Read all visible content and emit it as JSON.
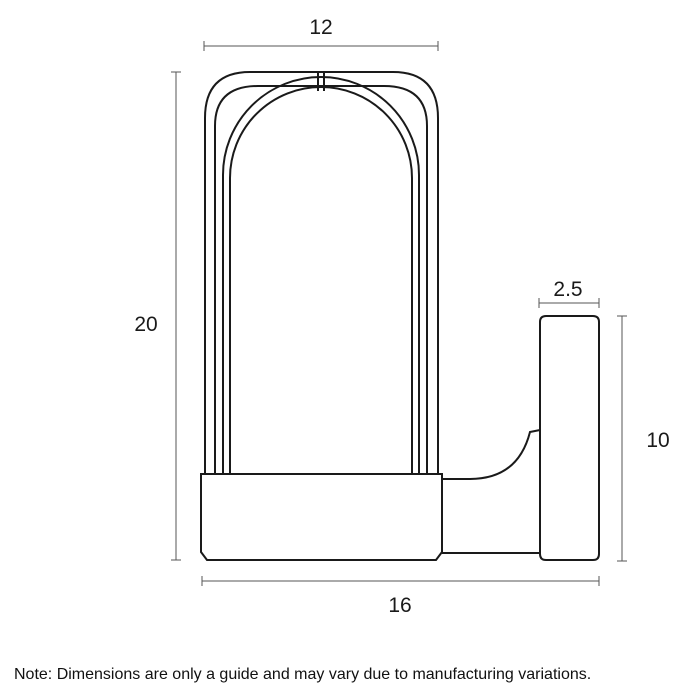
{
  "dimensions": {
    "width_top": "12",
    "height_left": "20",
    "base_width": "16",
    "backplate_width": "2.5",
    "backplate_height": "10"
  },
  "note": "Note: Dimensions are only a guide and may vary due to manufacturing variations.",
  "colors": {
    "line": "#1a1a1a",
    "dim_line": "#555555",
    "background": "#ffffff"
  }
}
